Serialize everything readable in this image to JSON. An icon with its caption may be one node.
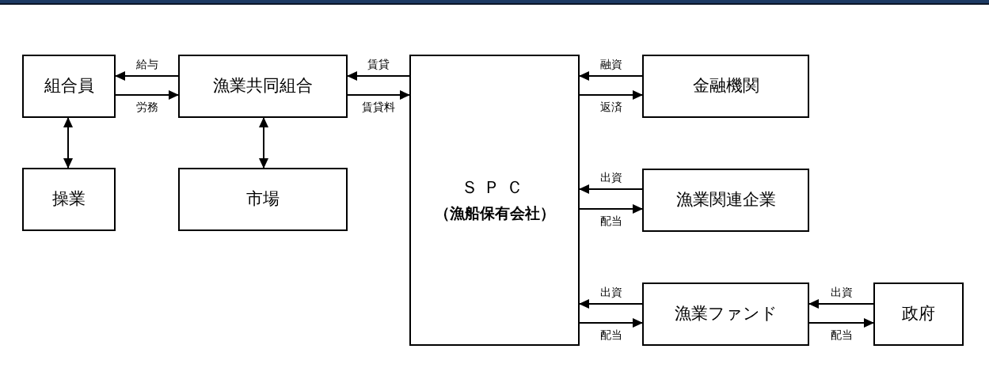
{
  "diagram": {
    "nodes": [
      {
        "text": [
          "組合員"
        ]
      },
      {
        "text": [
          "漁業共同組合"
        ]
      },
      {
        "text": [
          "操業"
        ]
      },
      {
        "text": [
          "市場"
        ]
      },
      {
        "text": [
          "ＳＰＣ",
          "（漁船保有会社）"
        ]
      },
      {
        "text": [
          "金融機関"
        ]
      },
      {
        "text": [
          "漁業関連企業"
        ]
      },
      {
        "text": [
          "漁業ファンド"
        ]
      },
      {
        "text": [
          "政府"
        ]
      }
    ],
    "edges": [
      {
        "from": 1,
        "to": 0,
        "arrow": "to",
        "label": "給与"
      },
      {
        "from": 0,
        "to": 1,
        "arrow": "to",
        "label": "労務"
      },
      {
        "from": 0,
        "to": 2,
        "arrow": "both"
      },
      {
        "from": 1,
        "to": 3,
        "arrow": "both"
      },
      {
        "from": 4,
        "to": 1,
        "arrow": "to",
        "label": "賃貸"
      },
      {
        "from": 1,
        "to": 4,
        "arrow": "to",
        "label": "賃貸料"
      },
      {
        "from": 5,
        "to": 4,
        "arrow": "to",
        "label": "融資"
      },
      {
        "from": 4,
        "to": 5,
        "arrow": "to",
        "label": "返済"
      },
      {
        "from": 6,
        "to": 4,
        "arrow": "to",
        "label": "出資"
      },
      {
        "from": 4,
        "to": 6,
        "arrow": "to",
        "label": "配当"
      },
      {
        "from": 7,
        "to": 4,
        "arrow": "to",
        "label": "出資"
      },
      {
        "from": 4,
        "to": 7,
        "arrow": "to",
        "label": "配当"
      },
      {
        "from": 8,
        "to": 7,
        "arrow": "to",
        "label": "出資"
      },
      {
        "from": 7,
        "to": 8,
        "arrow": "to",
        "label": "配当"
      }
    ]
  }
}
